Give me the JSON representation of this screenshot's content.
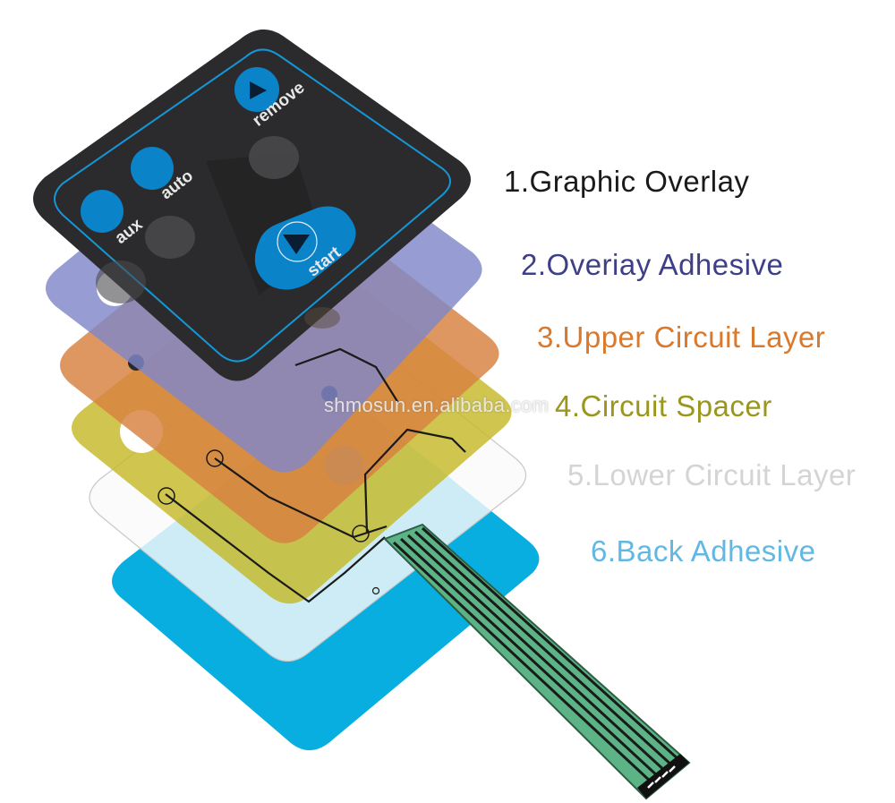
{
  "layers": [
    {
      "label": "1.Graphic Overlay",
      "color": "#1a1a1a"
    },
    {
      "label": "2.Overiay Adhesive",
      "color": "#3e3f86"
    },
    {
      "label": "3.Upper Circuit Layer",
      "color": "#d9792d"
    },
    {
      "label": "4.Circuit Spacer",
      "color": "#9a961e"
    },
    {
      "label": "5.Lower Circuit Layer",
      "color": "#d4d4d4"
    },
    {
      "label": "6.Back Adhesive",
      "color": "#62b7e3"
    }
  ],
  "buttons": {
    "aux": "aux",
    "auto": "auto",
    "remove": "remove",
    "start": "start"
  },
  "watermark": "shmosun.en.alibaba.com",
  "colors": {
    "overlay": "#2b2b2d",
    "button_blue": "#0a83c9",
    "overlay_adhesive": "#7d86c6",
    "upper_circuit": "#d8864e",
    "spacer": "#c9be3a",
    "lower_circuit": "#f2f2f2",
    "back_adhesive": "#08aee0",
    "tail": "#5cb386"
  }
}
